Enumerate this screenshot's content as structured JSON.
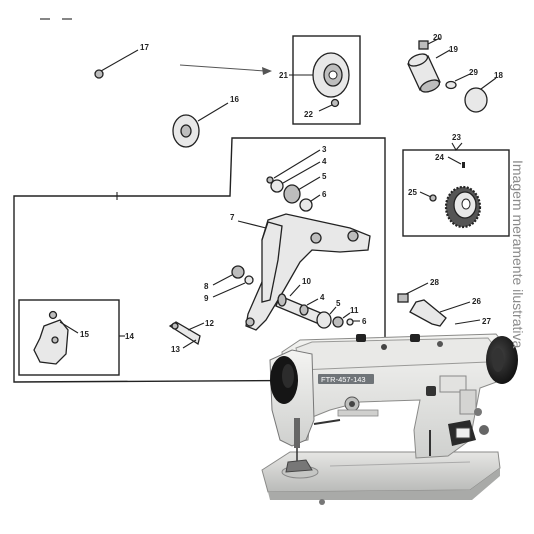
{
  "callouts": {
    "c3": "3",
    "c4a": "4",
    "c5a": "5",
    "c6a": "6",
    "c7": "7",
    "c8": "8",
    "c9": "9",
    "c10": "10",
    "c4b": "4",
    "c5b": "5",
    "c11": "11",
    "c6b": "6",
    "c12": "12",
    "c13": "13",
    "c14": "14",
    "c15": "15",
    "c16": "16",
    "c17": "17",
    "c18": "18",
    "c19": "19",
    "c20": "20",
    "c21": "21",
    "c22": "22",
    "c23": "23",
    "c24": "24",
    "c25": "25",
    "c26": "26",
    "c27": "27",
    "c28": "28",
    "c29": "29"
  },
  "machine": {
    "model_plate": "FTR-457-143"
  },
  "watermark": "Imagem meramente ilustrativa"
}
